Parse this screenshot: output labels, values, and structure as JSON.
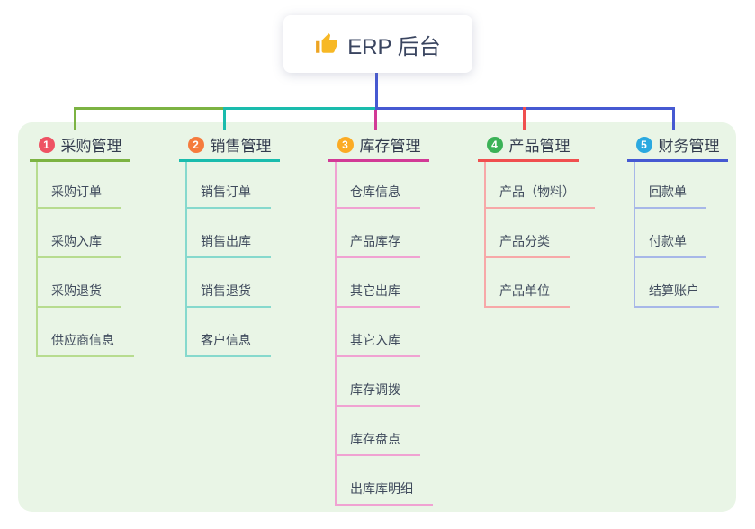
{
  "root": {
    "label": "ERP 后台",
    "icon": "thumbs-up-icon",
    "icon_color": "#f7b825"
  },
  "colors": {
    "panel_bg": "#e9f5e6",
    "root_text": "#3a4560",
    "child_text": "#3f4a5c"
  },
  "branches": [
    {
      "index": "1",
      "title": "采购管理",
      "badge_color": "#ee5263",
      "line_color": "#7cb342",
      "child_line_color": "#b7dc8f",
      "children": [
        "采购订单",
        "采购入库",
        "采购退货",
        "供应商信息"
      ]
    },
    {
      "index": "2",
      "title": "销售管理",
      "badge_color": "#f57b3d",
      "line_color": "#1abcad",
      "child_line_color": "#86d9cd",
      "children": [
        "销售订单",
        "销售出库",
        "销售退货",
        "客户信息"
      ]
    },
    {
      "index": "3",
      "title": "库存管理",
      "badge_color": "#fbab24",
      "line_color": "#d23a96",
      "child_line_color": "#f0a2d2",
      "children": [
        "仓库信息",
        "产品库存",
        "其它出库",
        "其它入库",
        "库存调拨",
        "库存盘点",
        "出库库明细"
      ]
    },
    {
      "index": "4",
      "title": "产品管理",
      "badge_color": "#3bb257",
      "line_color": "#f04f4f",
      "child_line_color": "#f7a8a8",
      "children": [
        "产品（物料）",
        "产品分类",
        "产品单位"
      ]
    },
    {
      "index": "5",
      "title": "财务管理",
      "badge_color": "#2ba9e0",
      "line_color": "#4659d2",
      "child_line_color": "#a7b7e8",
      "children": [
        "回款单",
        "付款单",
        "结算账户"
      ]
    }
  ]
}
